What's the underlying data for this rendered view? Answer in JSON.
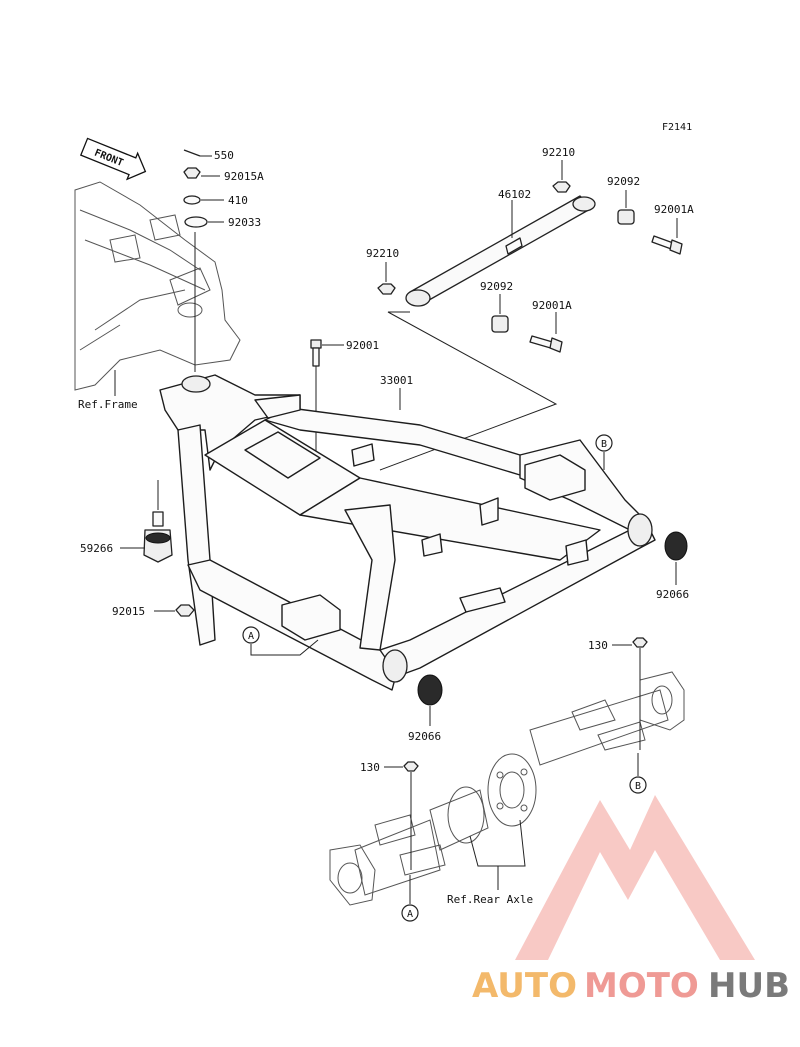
{
  "figure_code": "F2141",
  "front_marker": "FRONT",
  "parts": {
    "p550": "550",
    "p92015A": "92015A",
    "p410": "410",
    "p92033": "92033",
    "p92210_top": "92210",
    "p46102": "46102",
    "p92092_top": "92092",
    "p92001A_top": "92001A",
    "p92210_left": "92210",
    "p92092_mid": "92092",
    "p92001A_mid": "92001A",
    "p92001": "92001",
    "p33001": "33001",
    "p59266": "59266",
    "p92015": "92015",
    "p92066_right": "92066",
    "p92066_bottom": "92066",
    "p130_right": "130",
    "p130_left": "130"
  },
  "references": {
    "frame": "Ref.Frame",
    "rear_axle": "Ref.Rear Axle"
  },
  "markers": {
    "A": "A",
    "B": "B"
  },
  "watermark": {
    "auto": "AUTO",
    "moto": "MOTO",
    "hub": "HUB",
    "colors": {
      "auto": "#f3b96b",
      "moto": "#ef9a95",
      "hub": "#7a7a7a",
      "logo": "#ef8a84"
    }
  }
}
